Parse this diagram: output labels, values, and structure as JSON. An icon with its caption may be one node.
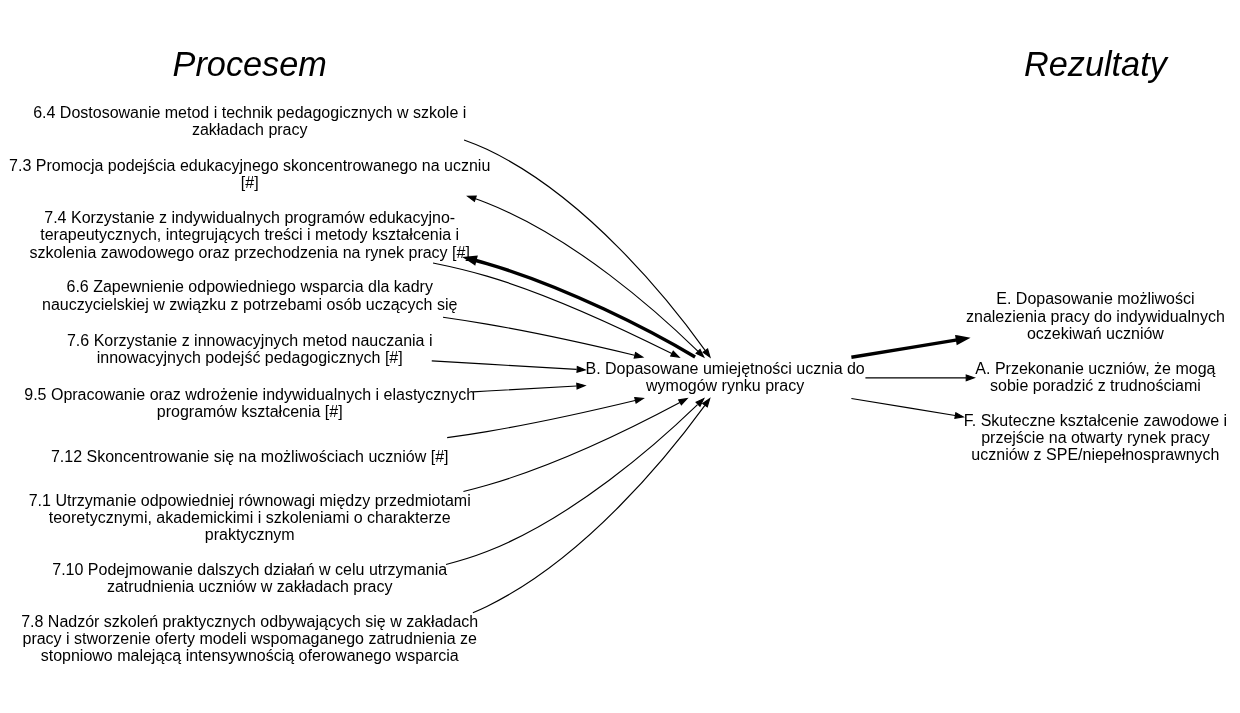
{
  "diagram": {
    "nodes": [
      {
        "text": [
          "6.4 Dostosowanie metod i technik pedagogicznych w szkole i zakładach pracy"
        ]
      },
      {
        "text": [
          "7.3 Promocja podejścia edukacyjnego skoncentrowanego na uczniu [#]"
        ]
      },
      {
        "text": [
          "7.4 Korzystanie z indywidualnych programów edukacyjno-terapeutycznych, integrujących treści i metody kształcenia i szkolenia zawodowego oraz przechodzenia na rynek pracy [#]"
        ]
      },
      {
        "text": [
          "6.6 Zapewnienie odpowiedniego wsparcia dla kadry nauczycielskiej w związku z potrzebami osób uczących się"
        ]
      },
      {
        "text": [
          "7.6 Korzystanie z innowacyjnych metod nauczania i innowacyjnych podejść pedagogicznych [#]"
        ]
      },
      {
        "text": [
          "9.5 Opracowanie oraz wdrożenie indywidualnych i elastycznych programów kształcenia [#]"
        ]
      },
      {
        "text": [
          "7.12 Skoncentrowanie się na możliwościach uczniów [#]"
        ]
      },
      {
        "text": [
          "7.1 Utrzymanie odpowiedniej równowagi między przedmiotami teoretycznymi, akademickimi i szkoleniami o charakterze praktycznym"
        ]
      },
      {
        "text": [
          "7.10 Podejmowanie dalszych działań w celu utrzymania zatrudnienia uczniów w zakładach pracy"
        ]
      },
      {
        "text": [
          "7.8 Nadzór szkoleń praktycznych odbywających się w zakładach pracy i stworzenie oferty modeli wspomaganego zatrudnienia ze stopniowo malejącą intensywnością oferowanego wsparcia"
        ]
      },
      {
        "text": [
          "E. Dopasowanie możliwości znalezienia pracy do indywidualnych oczekiwań uczniów"
        ]
      },
      {
        "text": [
          "A. Przekonanie uczniów, że mogą sobie poradzić z trudnościami"
        ]
      },
      {
        "text": [
          "B. Dopasowane umiejętności ucznia do wymogów rynku pracy"
        ]
      },
      {
        "text": [
          "F. Skuteczne kształcenie zawodowe i przejście na otwarty rynek pracy uczniów z SPE/niepełnosprawnych"
        ]
      }
    ],
    "edges": [
      {
        "from": 0,
        "to": 12,
        "arrow": "to"
      },
      {
        "from": 1,
        "to": 12,
        "arrow": "both"
      },
      {
        "from": 2,
        "to": 12,
        "arrow": "to"
      },
      {
        "from": 12,
        "to": 2,
        "arrow": "to",
        "style": "thick"
      },
      {
        "from": 3,
        "to": 12,
        "arrow": "to"
      },
      {
        "from": 4,
        "to": 12,
        "arrow": "to"
      },
      {
        "from": 5,
        "to": 12,
        "arrow": "to"
      },
      {
        "from": 6,
        "to": 12,
        "arrow": "to"
      },
      {
        "from": 7,
        "to": 12,
        "arrow": "to"
      },
      {
        "from": 8,
        "to": 12,
        "arrow": "to"
      },
      {
        "from": 9,
        "to": 12,
        "arrow": "to"
      },
      {
        "from": 12,
        "to": 10,
        "arrow": "to",
        "style": "thick"
      },
      {
        "from": 12,
        "to": 11,
        "arrow": "to"
      },
      {
        "from": 12,
        "to": 13,
        "arrow": "to"
      }
    ],
    "labels": [
      "Procesem",
      "Rezultaty"
    ]
  }
}
